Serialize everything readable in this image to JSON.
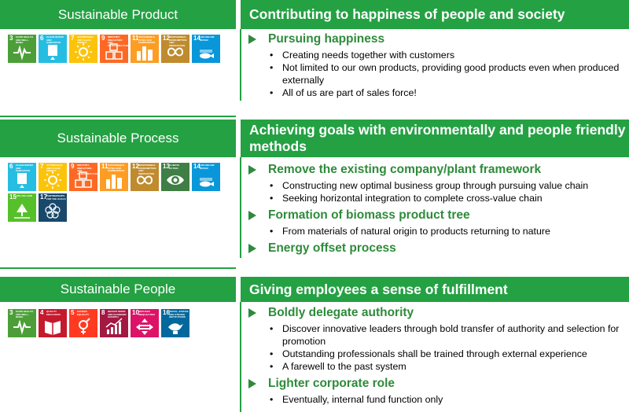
{
  "sections": [
    {
      "left_title": "Sustainable Product",
      "right_title": "Contributing to happiness of people and society",
      "icons": [
        {
          "num": "3",
          "text": "GOOD HEALTH AND WELL-BEING",
          "color": "#4c9f38",
          "icon": "heartbeat-icon"
        },
        {
          "num": "6",
          "text": "CLEAN WATER AND SANITATION",
          "color": "#26bde2",
          "icon": "water-drop-icon"
        },
        {
          "num": "7",
          "text": "AFFORDABLE AND CLEAN ENERGY",
          "color": "#fcc30b",
          "icon": "sun-icon"
        },
        {
          "num": "9",
          "text": "INDUSTRY, INNOVATION AND INFRASTRUCTURE",
          "color": "#fd6925",
          "icon": "cubes-icon"
        },
        {
          "num": "11",
          "text": "SUSTAINABLE CITIES AND COMMUNITIES",
          "color": "#fd9d24",
          "icon": "city-icon"
        },
        {
          "num": "12",
          "text": "RESPONSIBLE CONSUMPTION AND PRODUCTION",
          "color": "#bf8b2e",
          "icon": "infinity-icon"
        },
        {
          "num": "14",
          "text": "LIFE BELOW WATER",
          "color": "#0a97d9",
          "icon": "fish-icon"
        }
      ],
      "items": [
        {
          "head": "Pursuing happiness",
          "bullets": [
            "Creating needs together with customers",
            "Not limited to our own products, providing good products even when produced externally",
            "All of us are part of sales force!"
          ]
        }
      ]
    },
    {
      "left_title": "Sustainable Process",
      "right_title": "Achieving goals with environmentally and people friendly methods",
      "icons": [
        {
          "num": "6",
          "text": "CLEAN WATER AND SANITATION",
          "color": "#26bde2",
          "icon": "water-drop-icon"
        },
        {
          "num": "7",
          "text": "AFFORDABLE AND CLEAN ENERGY",
          "color": "#fcc30b",
          "icon": "sun-icon"
        },
        {
          "num": "9",
          "text": "INDUSTRY, INNOVATION AND INFRASTRUCTURE",
          "color": "#fd6925",
          "icon": "cubes-icon"
        },
        {
          "num": "11",
          "text": "SUSTAINABLE CITIES AND COMMUNITIES",
          "color": "#fd9d24",
          "icon": "city-icon"
        },
        {
          "num": "12",
          "text": "RESPONSIBLE CONSUMPTION AND PRODUCTION",
          "color": "#bf8b2e",
          "icon": "infinity-icon"
        },
        {
          "num": "13",
          "text": "CLIMATE ACTION",
          "color": "#3f7e44",
          "icon": "eye-globe-icon"
        },
        {
          "num": "14",
          "text": "LIFE BELOW WATER",
          "color": "#0a97d9",
          "icon": "fish-icon"
        },
        {
          "num": "15",
          "text": "LIFE ON LAND",
          "color": "#56c02b",
          "icon": "tree-icon"
        },
        {
          "num": "17",
          "text": "PARTNERSHIPS FOR THE GOALS",
          "color": "#19486a",
          "icon": "rings-icon"
        }
      ],
      "items": [
        {
          "head": "Remove the existing company/plant framework",
          "bullets": [
            "Constructing new optimal business group through pursuing value chain",
            "Seeking horizontal integration to complete cross-value chain"
          ]
        },
        {
          "head": "Formation of biomass product tree",
          "bullets": [
            "From materials of natural origin to products returning to nature"
          ]
        },
        {
          "head": "Energy offset process",
          "bullets": []
        }
      ]
    },
    {
      "left_title": "Sustainable People",
      "right_title": "Giving employees a sense of fulfillment",
      "icons": [
        {
          "num": "3",
          "text": "GOOD HEALTH AND WELL-BEING",
          "color": "#4c9f38",
          "icon": "heartbeat-icon"
        },
        {
          "num": "4",
          "text": "QUALITY EDUCATION",
          "color": "#c5192d",
          "icon": "book-icon"
        },
        {
          "num": "5",
          "text": "GENDER EQUALITY",
          "color": "#ff3a21",
          "icon": "gender-icon"
        },
        {
          "num": "8",
          "text": "DECENT WORK AND ECONOMIC GROWTH",
          "color": "#a21942",
          "icon": "growth-chart-icon"
        },
        {
          "num": "10",
          "text": "REDUCED INEQUALITIES",
          "color": "#dd1367",
          "icon": "equality-icon"
        },
        {
          "num": "16",
          "text": "PEACE, JUSTICE AND STRONG INSTITUTIONS",
          "color": "#00689d",
          "icon": "dove-icon"
        }
      ],
      "items": [
        {
          "head": "Boldly delegate authority",
          "bullets": [
            "Discover innovative leaders through bold transfer of authority and selection for promotion",
            "Outstanding professionals shall be trained through external experience",
            "A farewell to the past system"
          ]
        },
        {
          "head": "Lighter corporate role",
          "bullets": [
            "Eventually, internal fund function only"
          ]
        }
      ]
    }
  ],
  "colors": {
    "header_green": "#24a143",
    "heading_green": "#2e8b3a"
  }
}
